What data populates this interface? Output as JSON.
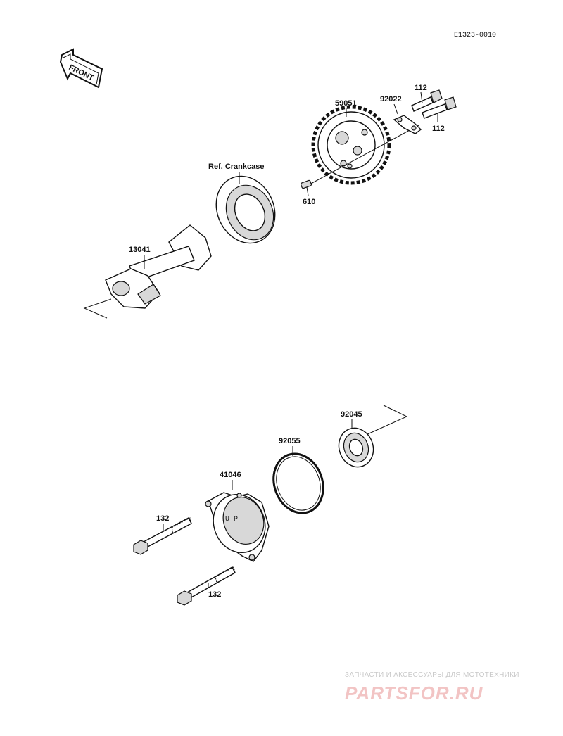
{
  "diagram_code": "E1323-0010",
  "front_label": "FRONT",
  "labels": {
    "gear": "59051",
    "lock_plate": "92022",
    "bolt_top": "112",
    "bolt_right": "112",
    "pin": "610",
    "crankcase_ref": "Ref. Crankcase",
    "balancer_shaft": "13041",
    "bearing_outer": "92045",
    "o_ring": "92055",
    "housing": "41046",
    "bolt_upper": "132",
    "bolt_lower": "132"
  },
  "housing_mark": "U P",
  "watermark": {
    "subtitle": "ЗАПЧАСТИ И АКСЕССУАРЫ ДЛЯ МОТОТЕХНИКИ",
    "logo": "PARTSFOR.RU"
  }
}
